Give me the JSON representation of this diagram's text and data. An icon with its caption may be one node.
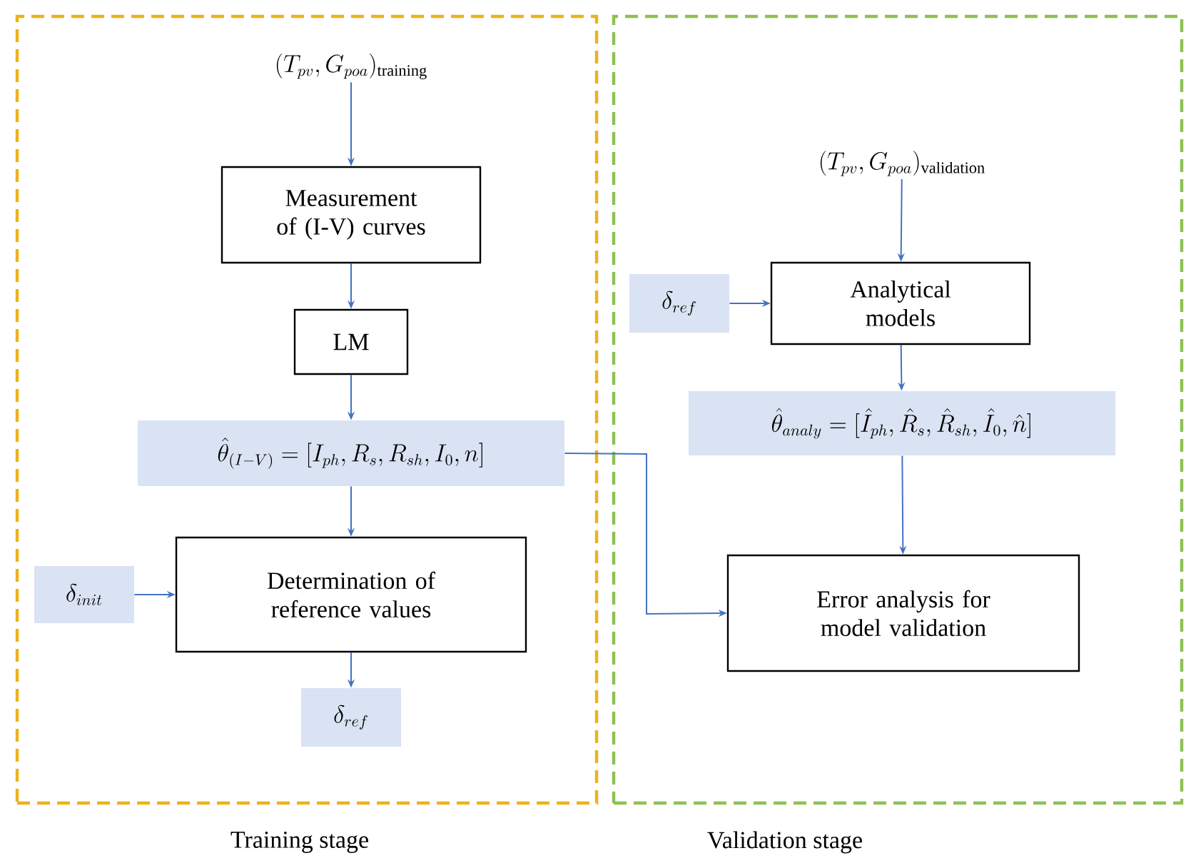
{
  "diagram": {
    "nodes": [
      {
        "text": [
          "Training stage"
        ]
      },
      {
        "text": [
          "Validation stage"
        ]
      },
      {
        "text": [
          "(T_{pv}, G_{poa})_{\\mathrm{training}}"
        ],
        "in": 0
      },
      {
        "text": [
          "Measurement of (I-V) curves"
        ],
        "in": 0
      },
      {
        "text": [
          "LM"
        ],
        "in": 0
      },
      {
        "text": [
          "\\hat{\\theta}_{(I-V)} = [I_{ph}, R_s, R_{sh}, I_0, n]"
        ],
        "in": 0
      },
      {
        "text": [
          "\\delta_{init}"
        ],
        "in": 0
      },
      {
        "text": [
          "Determination of reference values"
        ],
        "in": 0
      },
      {
        "text": [
          "\\delta_{ref}"
        ],
        "in": 0
      },
      {
        "text": [
          "(T_{pv}, G_{poa})_{\\mathrm{validation}}"
        ],
        "in": 1
      },
      {
        "text": [
          "\\delta_{ref}"
        ],
        "in": 1
      },
      {
        "text": [
          "Analytical models"
        ],
        "in": 1
      },
      {
        "text": [
          "\\hat{\\theta}_{analy} = [\\hat{I}_{ph}, \\hat{R}_s, \\hat{R}_{sh}, \\hat{I}_0, \\hat{n}]"
        ],
        "in": 1
      },
      {
        "text": [
          "Error analysis for model validation"
        ],
        "in": 1
      }
    ],
    "edges": [
      {
        "from": 2,
        "to": 3,
        "arrow": "to"
      },
      {
        "from": 3,
        "to": 4,
        "arrow": "to"
      },
      {
        "from": 4,
        "to": 5,
        "arrow": "to"
      },
      {
        "from": 5,
        "to": 7,
        "arrow": "to"
      },
      {
        "from": 6,
        "to": 7,
        "arrow": "to"
      },
      {
        "from": 7,
        "to": 8,
        "arrow": "to"
      },
      {
        "from": 9,
        "to": 11,
        "arrow": "to"
      },
      {
        "from": 10,
        "to": 11,
        "arrow": "to"
      },
      {
        "from": 11,
        "to": 12,
        "arrow": "to"
      },
      {
        "from": 12,
        "to": 13,
        "arrow": "to"
      },
      {
        "from": 5,
        "to": 13,
        "arrow": "to"
      }
    ]
  }
}
